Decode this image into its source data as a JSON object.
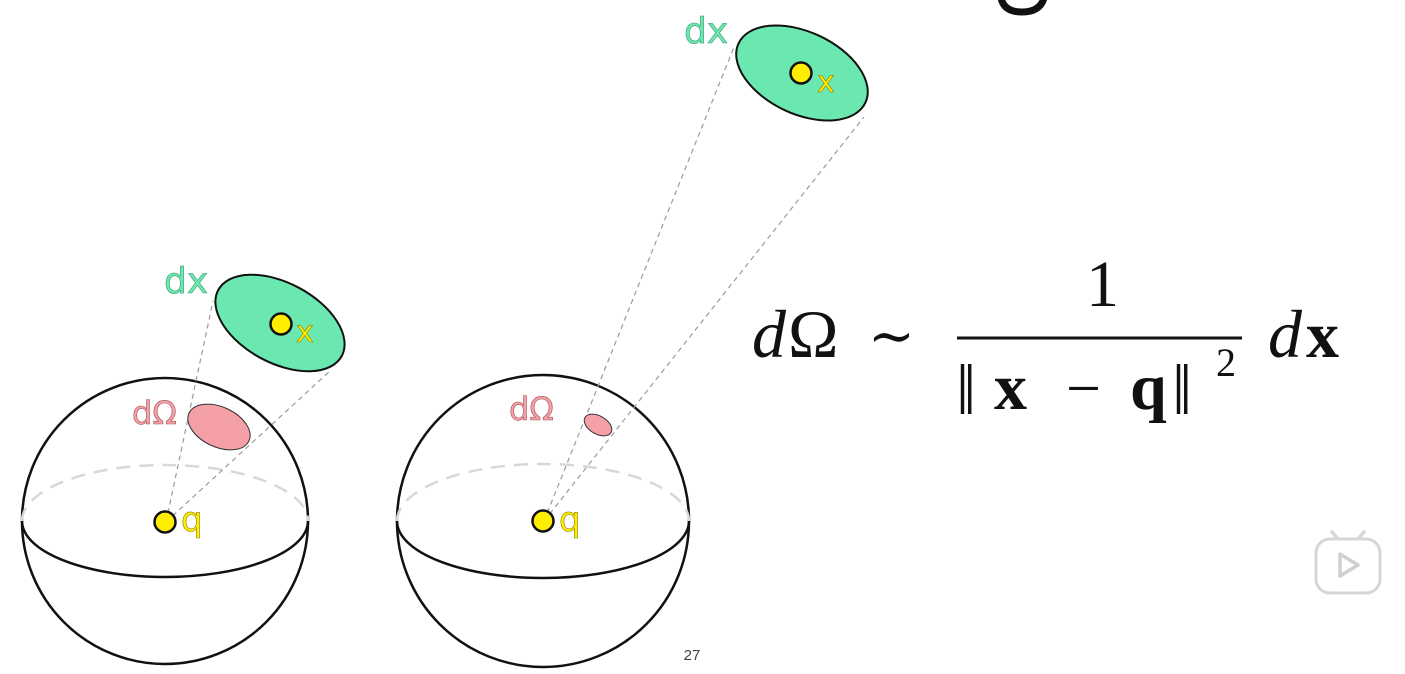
{
  "labels": {
    "dx": "dx",
    "x": "x",
    "q": "q",
    "dOmega": "dΩ"
  },
  "formula": {
    "lhs_d": "d",
    "lhs_omega": "Ω",
    "sim": "∼",
    "numerator": "1",
    "norm_open": "‖",
    "den_x": "x",
    "minus": "−",
    "den_q": "q",
    "norm_close": "‖",
    "exponent": "2",
    "rhs_d": "d",
    "rhs_x": "x"
  },
  "page_number": "27",
  "colors": {
    "surface_patch": "#6be8b0",
    "solid_angle_patch": "#f4a0a6",
    "point": "#ffee00",
    "point_label": "#e6d600",
    "dx_label": "#5fc898",
    "domega_label": "#e0858c",
    "outline": "#111111"
  },
  "icons": {
    "player": "play-icon"
  }
}
